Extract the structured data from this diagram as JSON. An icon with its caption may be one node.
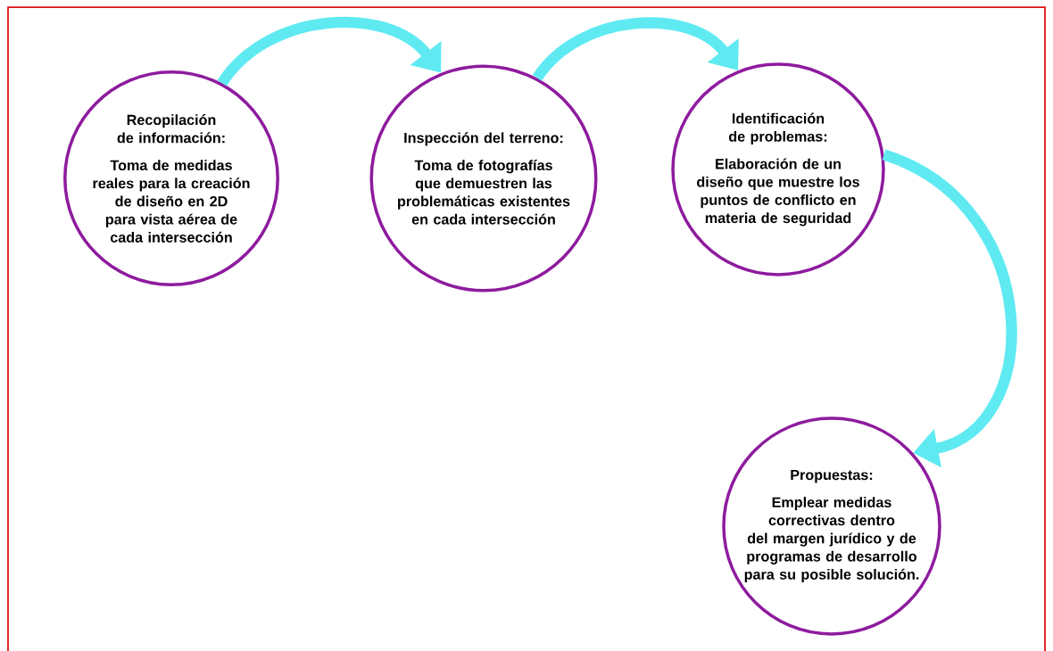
{
  "diagram": {
    "nodes": [
      {
        "text": [
          "Recopilación de información:",
          "Toma de medidas reales para la creación de diseño en 2D para vista aérea de cada intersección"
        ]
      },
      {
        "text": [
          "Inspección del terreno:",
          "Toma de fotografías que demuestren las problemáticas existentes en cada intersección"
        ]
      },
      {
        "text": [
          "Identificación de problemas:",
          "Elaboración de un diseño que muestre los puntos de conflicto en materia de seguridad"
        ]
      },
      {
        "text": [
          "Propuestas:",
          "Emplear medidas correctivas dentro del margen jurídico y de programas de desarrollo para su posible solución."
        ]
      }
    ],
    "edges": [
      {
        "from": 0,
        "to": 1,
        "arrow": "to"
      },
      {
        "from": 1,
        "to": 2,
        "arrow": "to"
      },
      {
        "from": 2,
        "to": 3,
        "arrow": "to"
      }
    ]
  }
}
